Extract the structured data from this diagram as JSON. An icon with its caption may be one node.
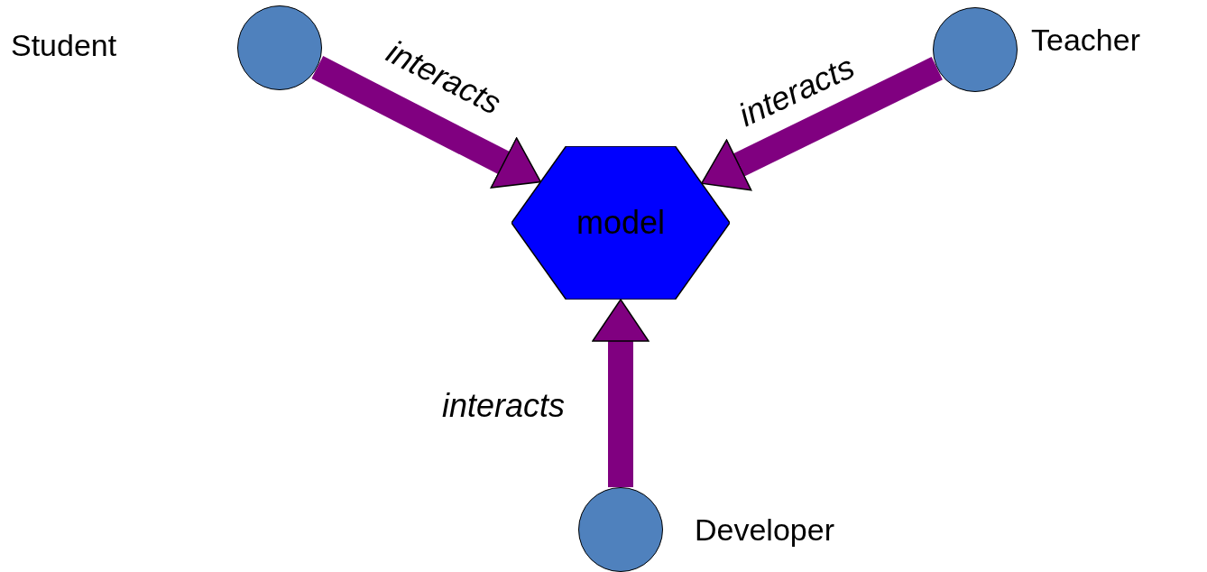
{
  "diagram": {
    "nodes": [
      {
        "text": [],
        "shape": "circle",
        "beside": [
          "Student"
        ]
      },
      {
        "text": [],
        "shape": "circle",
        "beside": [
          "Teacher"
        ]
      },
      {
        "text": [
          "model"
        ]
      },
      {
        "text": [],
        "shape": "circle",
        "beside": [
          "Developer"
        ]
      }
    ],
    "edges": [
      {
        "from": 0,
        "to": 2,
        "arrow": "to",
        "label": "interacts"
      },
      {
        "from": 1,
        "to": 2,
        "arrow": "to",
        "label": "interacts"
      },
      {
        "from": 3,
        "to": 2,
        "arrow": "to",
        "label": "interacts"
      }
    ]
  }
}
